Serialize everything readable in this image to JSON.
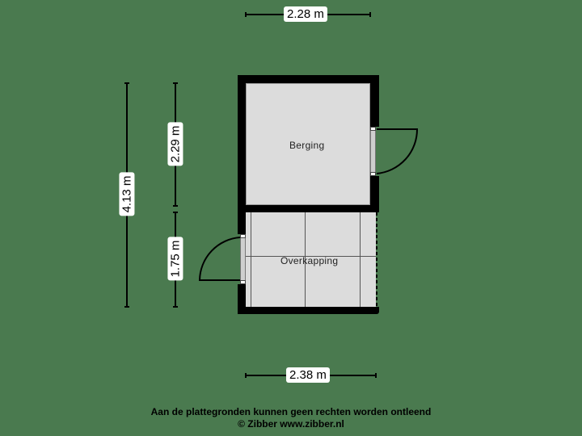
{
  "floorplan": {
    "background_color": "#4a7a4f",
    "wall_color": "#000000",
    "floor_color": "#dcdcdc",
    "rooms": [
      {
        "name": "Berging"
      },
      {
        "name": "Overkapping"
      }
    ],
    "dimensions": {
      "top_width": "2.28 m",
      "bottom_width": "2.38 m",
      "total_height": "4.13 m",
      "berging_height": "2.29 m",
      "overkapping_height": "1.75 m"
    }
  },
  "footer": {
    "disclaimer": "Aan de plattegronden kunnen geen rechten worden ontleend",
    "copyright": "© Zibber www.zibber.nl"
  }
}
